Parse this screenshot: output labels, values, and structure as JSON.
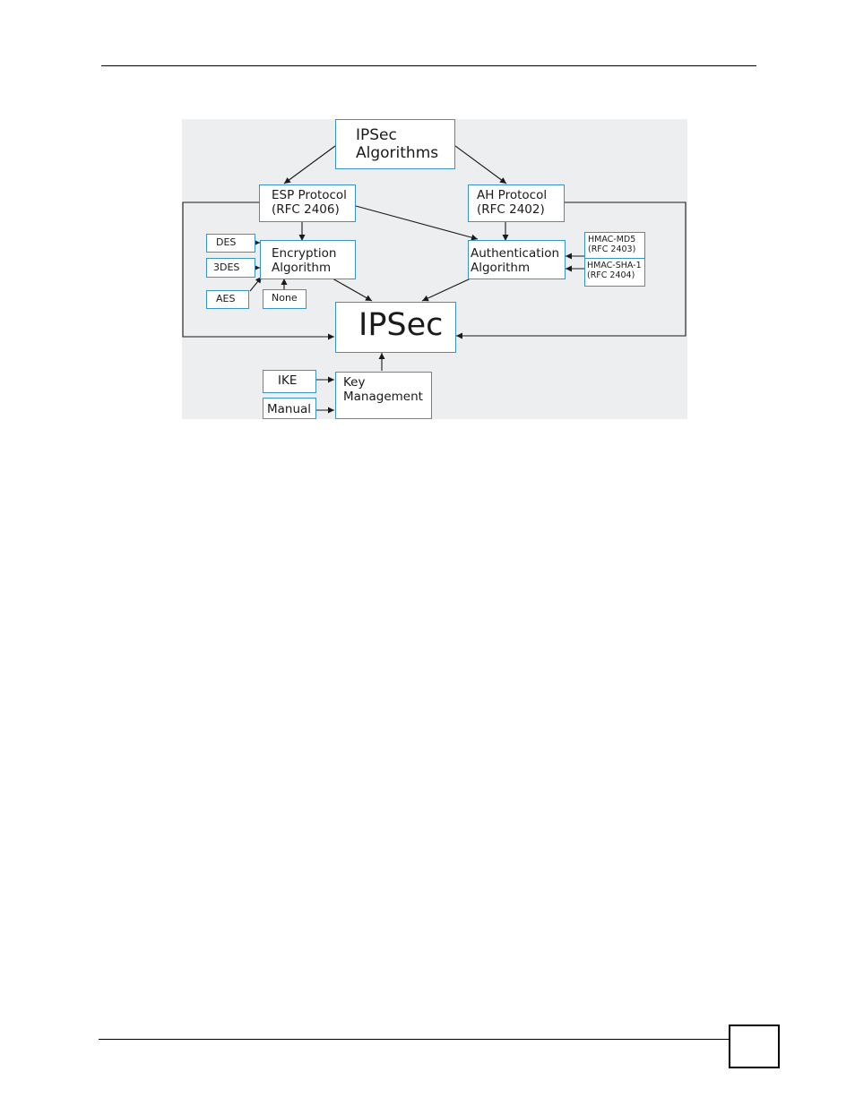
{
  "diagram": {
    "root": {
      "line1": "IPSec",
      "line2": "Algorithms"
    },
    "esp": {
      "line1": "ESP Protocol",
      "line2": "(RFC 2406)"
    },
    "ah": {
      "line1": "AH Protocol",
      "line2": "(RFC 2402)"
    },
    "encryption": {
      "line1": "Encryption",
      "line2": "Algorithm"
    },
    "authentication": {
      "line1": "Authentication",
      "line2": "Algorithm"
    },
    "des": "DES",
    "tdes": "3DES",
    "aes": "AES",
    "none": "None",
    "hmac_md5": {
      "line1": "HMAC-MD5",
      "line2": "(RFC 2403)"
    },
    "hmac_sha1": {
      "line1": "HMAC-SHA-1",
      "line2": "(RFC 2404)"
    },
    "ipsec": "IPSec",
    "ike": "IKE",
    "manual": "Manual",
    "key_mgmt": {
      "line1": "Key",
      "line2": "Management"
    },
    "colors": {
      "box_border": "#3a93c2",
      "background": "#eceeef",
      "arrow": "#1a1a1a"
    }
  }
}
